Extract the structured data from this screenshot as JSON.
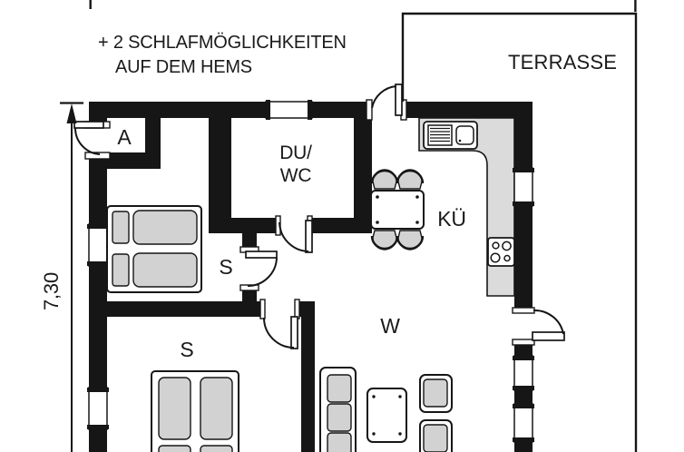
{
  "note": {
    "line1": "+ 2 SCHLAFMÖGLICHKEITEN",
    "line2": "AUF DEM HEMS"
  },
  "terrace": {
    "label": "TERRASSE"
  },
  "dimension": {
    "left_height": "7,30"
  },
  "rooms": {
    "entry": {
      "label": "A"
    },
    "shower_wc": {
      "line1": "DU/",
      "line2": "WC"
    },
    "kitchen": {
      "label": "KÜ"
    },
    "bedroom_top": {
      "label": "S"
    },
    "bedroom_bottom": {
      "label": "S"
    },
    "living": {
      "label": "W"
    }
  },
  "colors": {
    "wall": "#161616",
    "furniture_fill": "#d2d2d2",
    "counter_fill": "#dbdbdb",
    "background": "#ffffff"
  }
}
